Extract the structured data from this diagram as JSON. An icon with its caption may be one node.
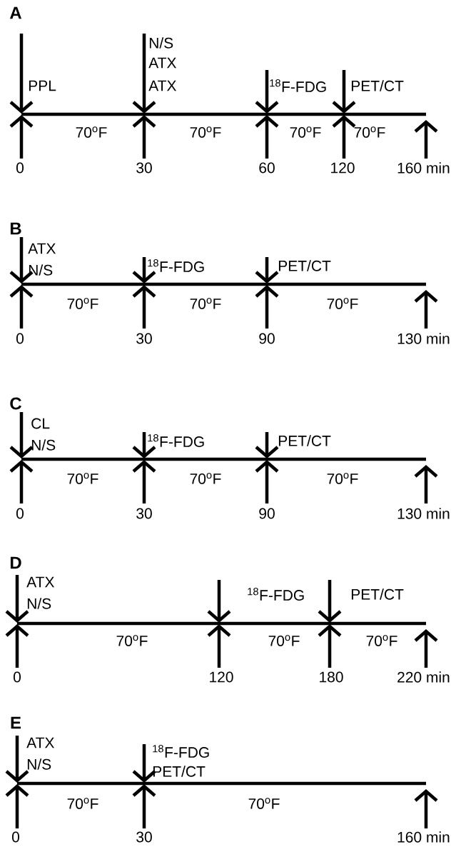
{
  "diagram": {
    "labels": [
      "A",
      "N/S",
      "ATX",
      "PPL",
      "ATX",
      "$^{18}$F-FDG",
      "PET/CT",
      "70$^{o}$F",
      "70$^{o}$F",
      "70$^{o}$F",
      "70$^{o}$F",
      "0",
      "30",
      "60",
      "120",
      "160 min",
      "B",
      "ATX",
      "N/S",
      "$^{18}$F-FDG",
      "PET/CT",
      "70$^{o}$F",
      "70$^{o}$F",
      "70$^{o}$F",
      "0",
      "30",
      "90",
      "130 min",
      "C",
      "CL",
      "N/S",
      "$^{18}$F-FDG",
      "PET/CT",
      "70$^{o}$F",
      "70$^{o}$F",
      "70$^{o}$F",
      "0",
      "30",
      "90",
      "130 min",
      "D",
      "ATX",
      "N/S",
      "$^{18}$F-FDG",
      "PET/CT",
      "70$^{o}$F",
      "70$^{o}$F",
      "70$^{o}$F",
      "0",
      "120",
      "180",
      "220 min",
      "E",
      "ATX",
      "N/S",
      "$^{18}$F-FDG",
      "PET/CT",
      "70$^{o}$F",
      "70$^{o}$F",
      "0",
      "30",
      "160 min"
    ]
  }
}
